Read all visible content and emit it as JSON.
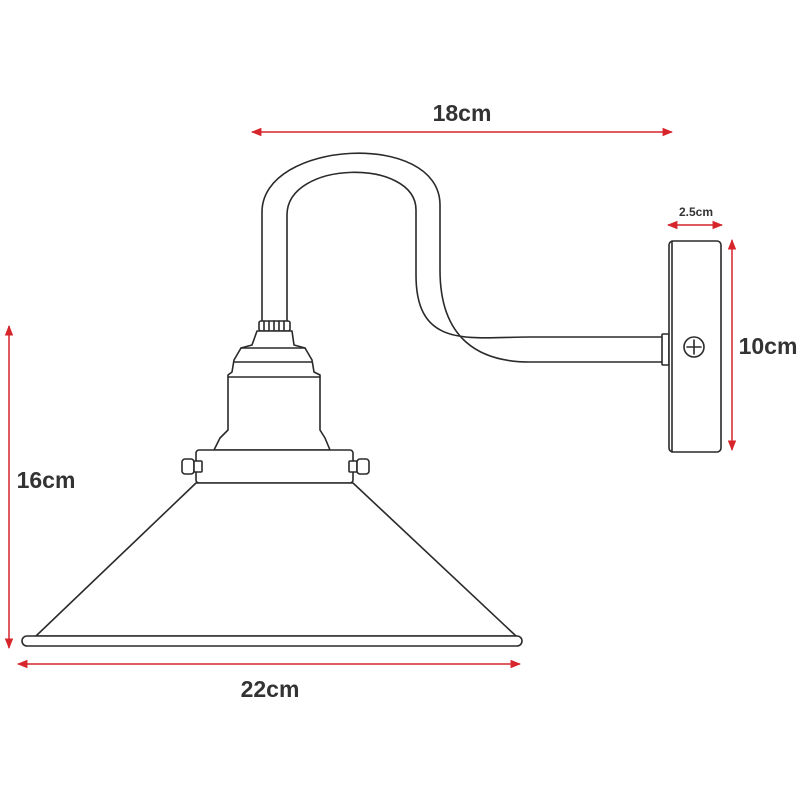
{
  "dimensions": {
    "arm_length": "18cm",
    "plate_depth": "2.5cm",
    "plate_height": "10cm",
    "total_height": "16cm",
    "shade_width": "22cm"
  },
  "colors": {
    "dimension_line": "#d6252b",
    "outline": "#2a2a2a",
    "label_text": "#333333"
  }
}
